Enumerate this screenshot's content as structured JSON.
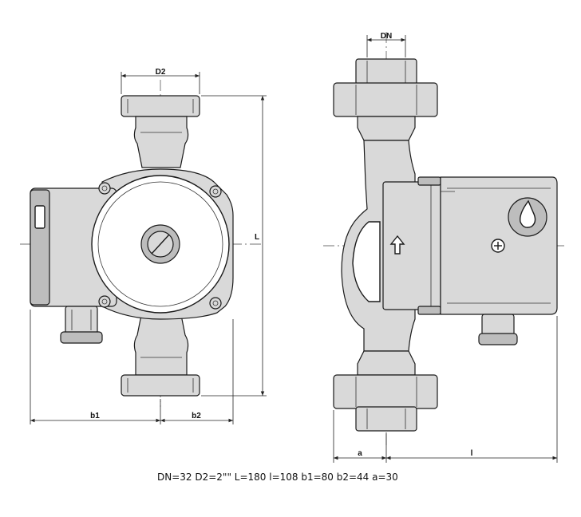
{
  "dimensions": {
    "dn": "DN",
    "d2": "D2",
    "L": "L",
    "l": "l",
    "b1": "b1",
    "b2": "b2",
    "a": "a"
  },
  "spec_line": "DN=32 D2=2\"\" L=180 l=108 b1=80 b2=44 a=30"
}
